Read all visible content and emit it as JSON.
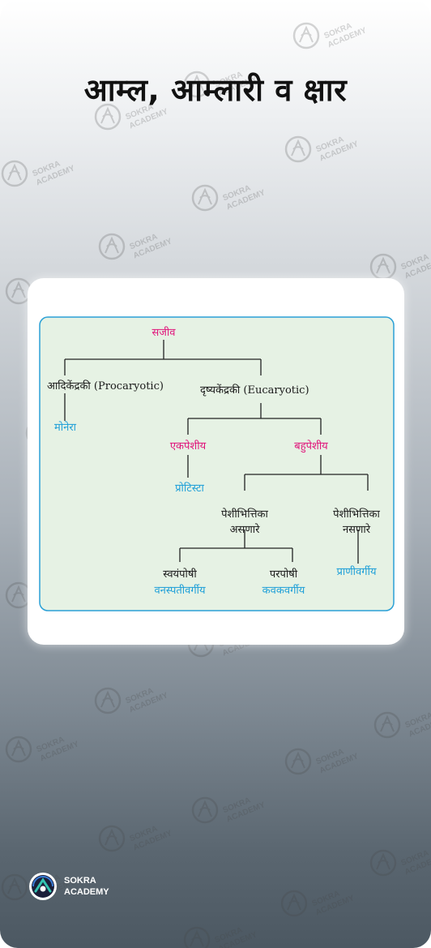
{
  "page": {
    "title": "आम्ल, आम्लारी व क्षार",
    "brand_line1": "SOKRA",
    "brand_line2": "ACADEMY",
    "watermark_text_1": "SOKRA",
    "watermark_text_2": "ACADEMY"
  },
  "diagram": {
    "root": "सजीव",
    "prokaryotic": "आदिकेंद्रकी (Procaryotic)",
    "monera": "मोनेरा",
    "eukaryotic": "दृष्यकेंद्रकी (Eucaryotic)",
    "unicellular": "एकपेशीय",
    "protista": "प्रोटिस्टा",
    "multicellular": "बहुपेशीय",
    "cellwall_present_1": "पेशीभित्तिका",
    "cellwall_present_2": "असणारे",
    "cellwall_absent_1": "पेशीभित्तिका",
    "cellwall_absent_2": "नसणारे",
    "autotroph": "स्वयंपोषी",
    "plants": "वनस्पतीवर्गीय",
    "heterotroph": "परपोषी",
    "fungi": "कवकवर्गीय",
    "animals": "प्राणीवर्गीय"
  },
  "colors": {
    "pink": "#e0157a",
    "blue": "#1d9fd8",
    "panel_bg": "#e6f2e4",
    "panel_border": "#2aa0d6"
  }
}
